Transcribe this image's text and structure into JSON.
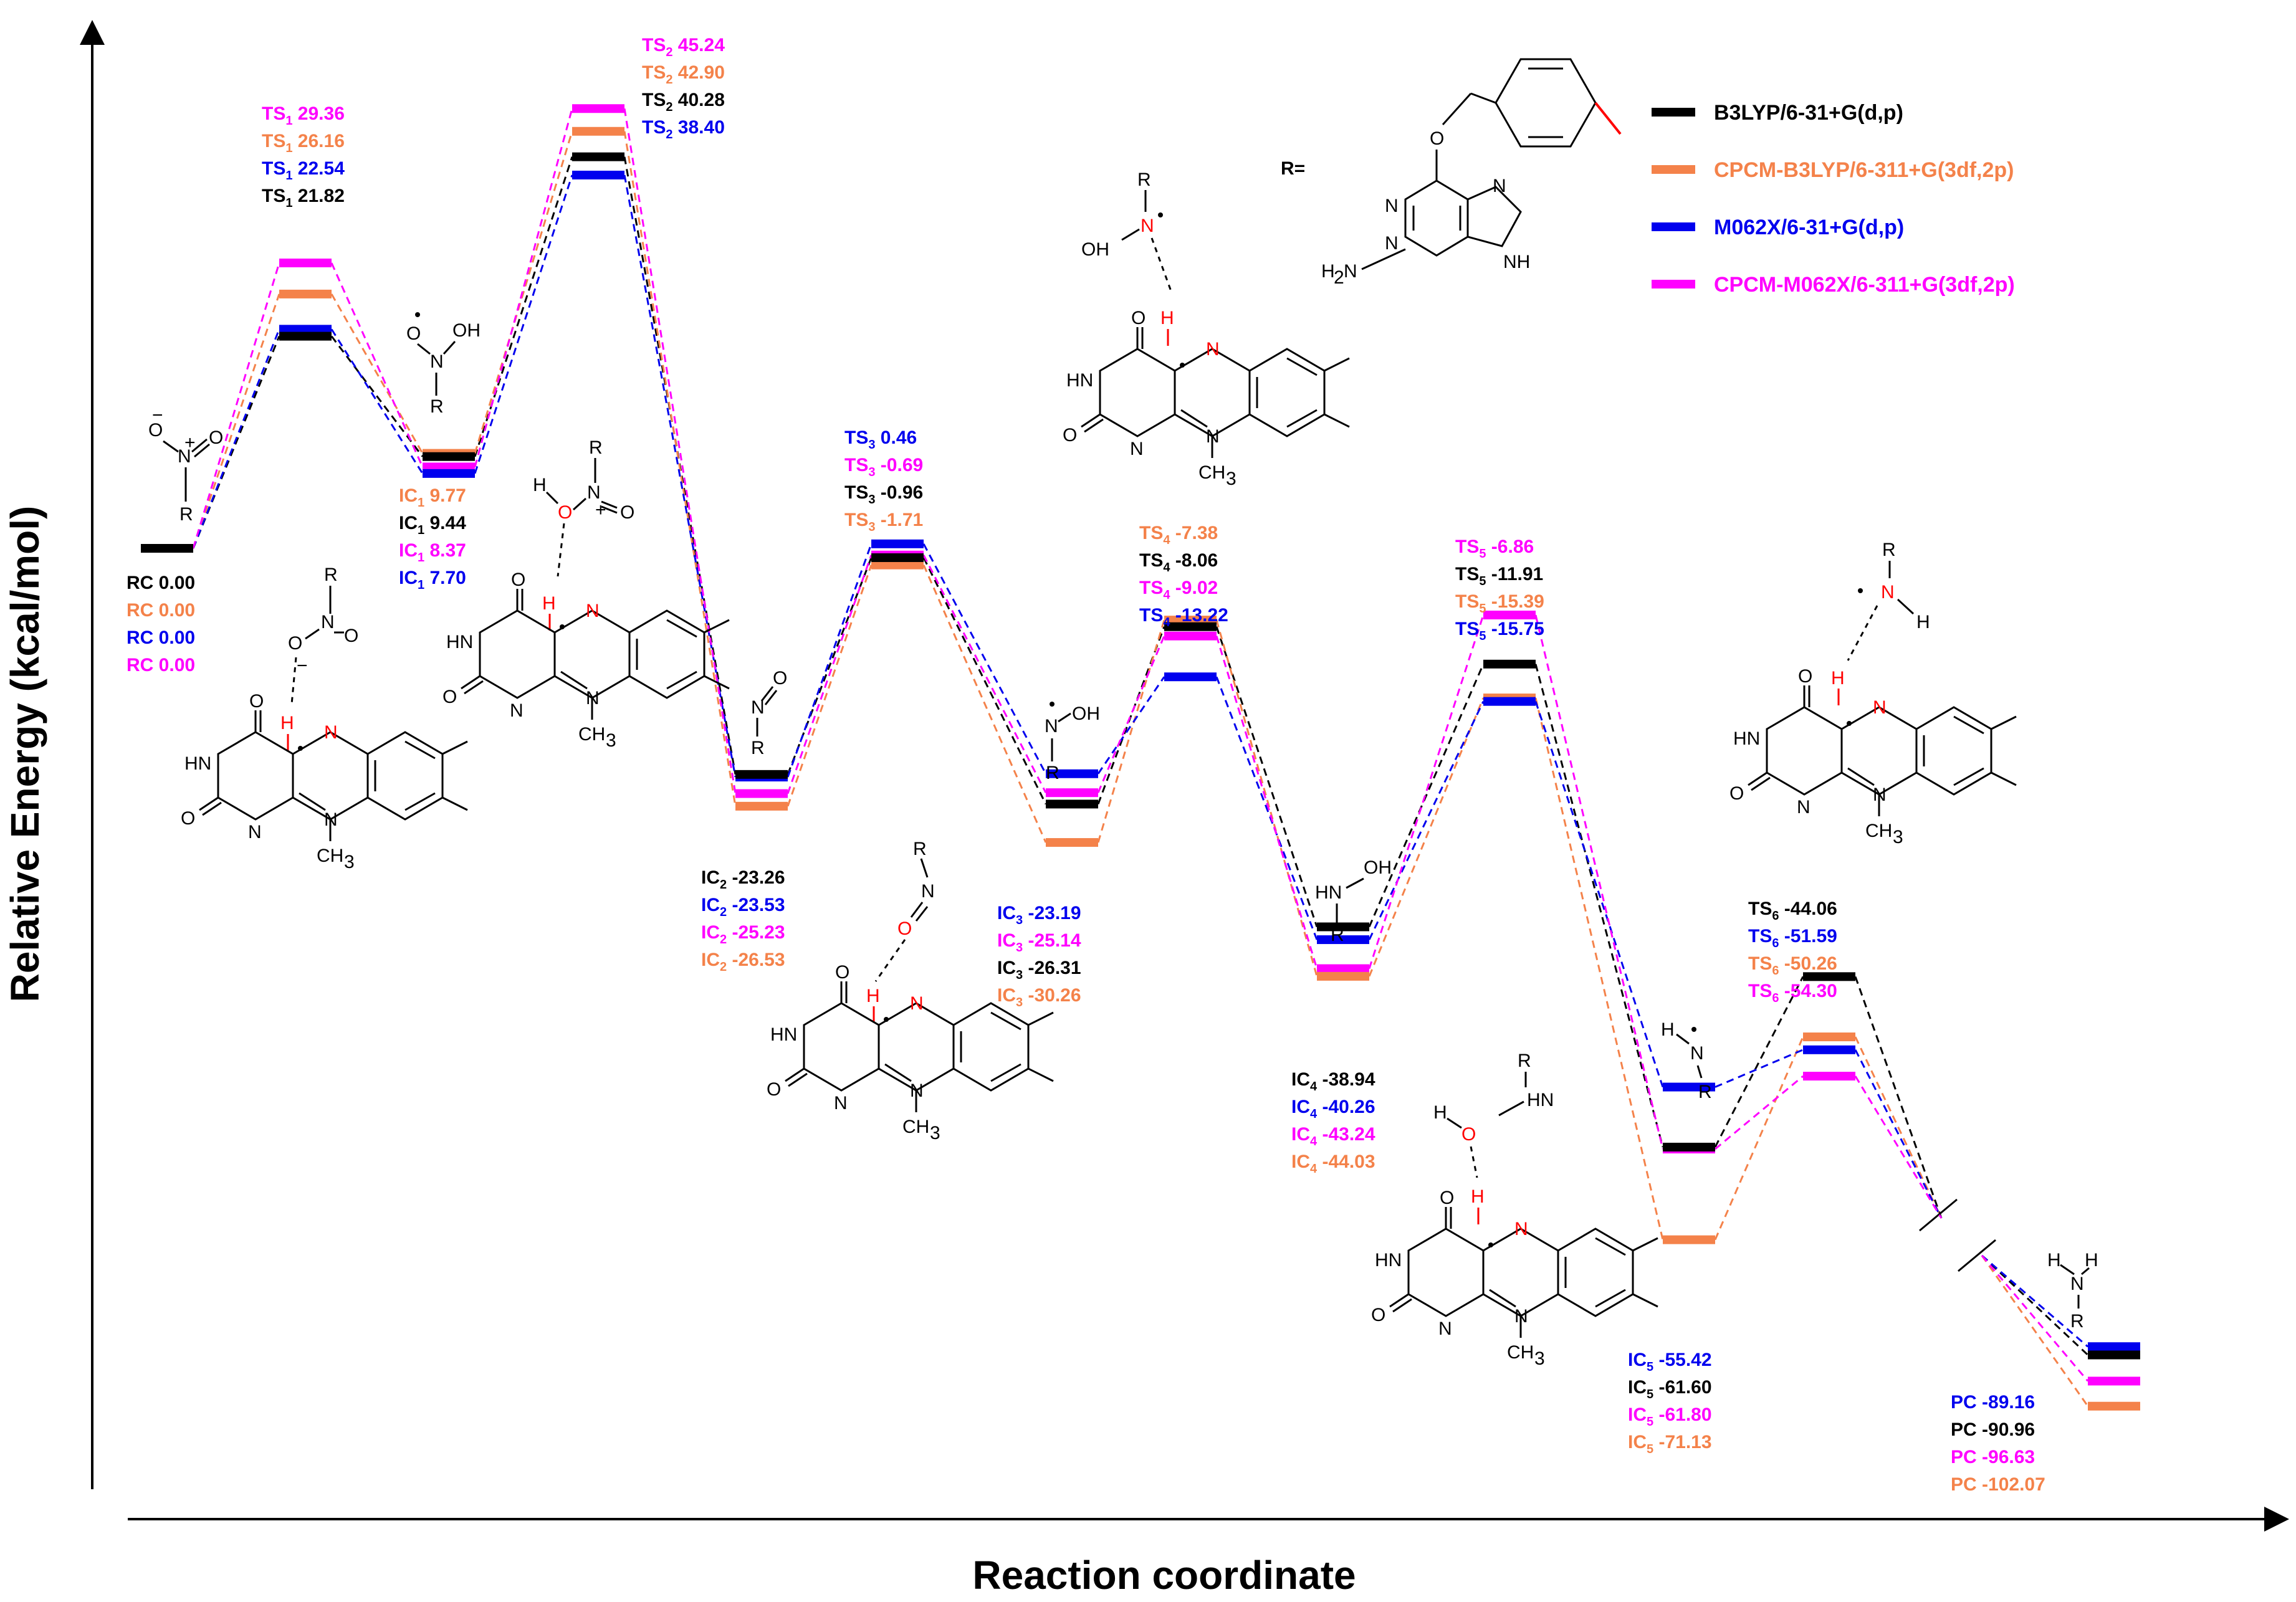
{
  "chart_data": {
    "type": "energy_profile",
    "xlabel": "Reaction coordinate",
    "ylabel": "Relative Energy (kcal/mol)",
    "series": [
      {
        "name": "B3LYP/6-31+G(d,p)",
        "color": "#000000",
        "values": {
          "RC": 0.0,
          "TS1": 21.82,
          "IC1": 9.44,
          "TS2": 40.28,
          "IC2": -23.26,
          "TS3": -0.96,
          "IC3": -26.31,
          "TS4": -8.06,
          "IC4": -38.94,
          "TS5": -11.91,
          "IC5": -61.6,
          "TS6": -44.06,
          "PC": -90.96
        }
      },
      {
        "name": "CPCM-B3LYP/6-311+G(3df,2p)",
        "color": "#f4824a",
        "values": {
          "RC": 0.0,
          "TS1": 26.16,
          "IC1": 9.77,
          "TS2": 42.9,
          "IC2": -26.53,
          "TS3": -1.71,
          "IC3": -30.26,
          "TS4": -7.38,
          "IC4": -44.03,
          "TS5": -15.39,
          "IC5": -71.13,
          "TS6": -50.26,
          "PC": -102.07
        }
      },
      {
        "name": "M062X/6-31+G(d,p)",
        "color": "#0000ee",
        "values": {
          "RC": 0.0,
          "TS1": 22.54,
          "IC1": 7.7,
          "TS2": 38.4,
          "IC2": -23.53,
          "TS3": 0.46,
          "IC3": -23.19,
          "TS4": -13.22,
          "IC4": -40.26,
          "TS5": -15.75,
          "IC5": -55.42,
          "TS6": -51.59,
          "PC": -89.16
        }
      },
      {
        "name": "CPCM-M062X/6-311+G(3df,2p)",
        "color": "#ff00ff",
        "values": {
          "RC": 0.0,
          "TS1": 29.36,
          "IC1": 8.37,
          "TS2": 45.24,
          "IC2": -25.23,
          "TS3": -0.69,
          "IC3": -25.14,
          "TS4": -9.02,
          "IC4": -43.24,
          "TS5": -6.86,
          "IC5": -61.8,
          "TS6": -54.3,
          "PC": -96.63
        }
      }
    ],
    "states": [
      {
        "key": "RC",
        "label": "RC",
        "sub": "",
        "order": [
          "B3LYP/6-31+G(d,p)",
          "CPCM-B3LYP/6-311+G(3df,2p)",
          "M062X/6-31+G(d,p)",
          "CPCM-M062X/6-311+G(3df,2p)"
        ],
        "texts": [
          "0.00",
          "0.00",
          "0.00",
          "0.00"
        ]
      },
      {
        "key": "TS1",
        "label": "TS",
        "sub": "1",
        "order": [
          "CPCM-M062X/6-311+G(3df,2p)",
          "CPCM-B3LYP/6-311+G(3df,2p)",
          "M062X/6-31+G(d,p)",
          "B3LYP/6-31+G(d,p)"
        ],
        "texts": [
          "29.36",
          "26.16",
          "22.54",
          "21.82"
        ]
      },
      {
        "key": "IC1",
        "label": "IC",
        "sub": "1",
        "order": [
          "CPCM-B3LYP/6-311+G(3df,2p)",
          "B3LYP/6-31+G(d,p)",
          "CPCM-M062X/6-311+G(3df,2p)",
          "M062X/6-31+G(d,p)"
        ],
        "texts": [
          "9.77",
          "9.44",
          "8.37",
          "7.70"
        ]
      },
      {
        "key": "TS2",
        "label": "TS",
        "sub": "2",
        "order": [
          "CPCM-M062X/6-311+G(3df,2p)",
          "CPCM-B3LYP/6-311+G(3df,2p)",
          "B3LYP/6-31+G(d,p)",
          "M062X/6-31+G(d,p)"
        ],
        "texts": [
          "45.24",
          "42.90",
          "40.28",
          "38.40"
        ]
      },
      {
        "key": "IC2",
        "label": "IC",
        "sub": "2",
        "order": [
          "B3LYP/6-31+G(d,p)",
          "M062X/6-31+G(d,p)",
          "CPCM-M062X/6-311+G(3df,2p)",
          "CPCM-B3LYP/6-311+G(3df,2p)"
        ],
        "texts": [
          "-23.26",
          "-23.53",
          "-25.23",
          "-26.53"
        ]
      },
      {
        "key": "TS3",
        "label": "TS",
        "sub": "3",
        "order": [
          "M062X/6-31+G(d,p)",
          "CPCM-M062X/6-311+G(3df,2p)",
          "B3LYP/6-31+G(d,p)",
          "CPCM-B3LYP/6-311+G(3df,2p)"
        ],
        "texts": [
          "0.46",
          "-0.69",
          "-0.96",
          "-1.71"
        ]
      },
      {
        "key": "IC3",
        "label": "IC",
        "sub": "3",
        "order": [
          "M062X/6-31+G(d,p)",
          "CPCM-M062X/6-311+G(3df,2p)",
          "B3LYP/6-31+G(d,p)",
          "CPCM-B3LYP/6-311+G(3df,2p)"
        ],
        "texts": [
          "-23.19",
          "-25.14",
          "-26.31",
          "-30.26"
        ]
      },
      {
        "key": "TS4",
        "label": "TS",
        "sub": "4",
        "order": [
          "CPCM-B3LYP/6-311+G(3df,2p)",
          "B3LYP/6-31+G(d,p)",
          "CPCM-M062X/6-311+G(3df,2p)",
          "M062X/6-31+G(d,p)"
        ],
        "texts": [
          "-7.38",
          "-8.06",
          "-9.02",
          "-13.22"
        ]
      },
      {
        "key": "IC4",
        "label": "IC",
        "sub": "4",
        "order": [
          "B3LYP/6-31+G(d,p)",
          "M062X/6-31+G(d,p)",
          "CPCM-M062X/6-311+G(3df,2p)",
          "CPCM-B3LYP/6-311+G(3df,2p)"
        ],
        "texts": [
          "-38.94",
          "-40.26",
          "-43.24",
          "-44.03"
        ]
      },
      {
        "key": "TS5",
        "label": "TS",
        "sub": "5",
        "order": [
          "CPCM-M062X/6-311+G(3df,2p)",
          "B3LYP/6-31+G(d,p)",
          "CPCM-B3LYP/6-311+G(3df,2p)",
          "M062X/6-31+G(d,p)"
        ],
        "texts": [
          "-6.86",
          "-11.91",
          "-15.39",
          "-15.75"
        ]
      },
      {
        "key": "IC5",
        "label": "IC",
        "sub": "5",
        "order": [
          "M062X/6-31+G(d,p)",
          "B3LYP/6-31+G(d,p)",
          "CPCM-M062X/6-311+G(3df,2p)",
          "CPCM-B3LYP/6-311+G(3df,2p)"
        ],
        "texts": [
          "-55.42",
          "-61.60",
          "-61.80",
          "-71.13"
        ]
      },
      {
        "key": "TS6",
        "label": "TS",
        "sub": "6",
        "order": [
          "B3LYP/6-31+G(d,p)",
          "M062X/6-31+G(d,p)",
          "CPCM-B3LYP/6-311+G(3df,2p)",
          "CPCM-M062X/6-311+G(3df,2p)"
        ],
        "texts": [
          "-44.06",
          "-51.59",
          "-50.26",
          "-54.30"
        ]
      },
      {
        "key": "PC",
        "label": "PC",
        "sub": "",
        "order": [
          "M062X/6-31+G(d,p)",
          "B3LYP/6-31+G(d,p)",
          "CPCM-M062X/6-311+G(3df,2p)",
          "CPCM-B3LYP/6-311+G(3df,2p)"
        ],
        "texts": [
          "-89.16",
          "-90.96",
          "-96.63",
          "-102.07"
        ]
      }
    ],
    "legend_placement": "top-right",
    "axis_break": "between TS6 and PC",
    "grid": false
  },
  "structures": {
    "r_label": "R=",
    "rc": {
      "o_minus": "O",
      "n_plus": "N",
      "o": "O",
      "r": "R",
      "minus": "−",
      "plus": "+"
    },
    "ic1": {
      "o": "O",
      "n": "N",
      "oh": "OH",
      "r": "R"
    },
    "ic2": {
      "n": "N",
      "o": "O",
      "r": "R"
    },
    "ic3": {
      "n": "N",
      "oh": "OH",
      "r": "R"
    },
    "ic4": {
      "hn": "HN",
      "oh": "OH",
      "r": "R"
    },
    "ic5": {
      "h": "H",
      "n": "N",
      "r": "R"
    },
    "pc": {
      "h1": "H",
      "n": "N",
      "h2": "H",
      "r": "R"
    },
    "flavin": {
      "o": "O",
      "hn": "HN",
      "n": "N",
      "nh": "N",
      "h": "H",
      "ch3": "CH",
      "ch3_sub": "3"
    },
    "purine": {
      "o": "O",
      "n": "N",
      "h2n": "H",
      "h2n_sub": "2",
      "h2n_n": "N",
      "nh": "NH"
    }
  }
}
